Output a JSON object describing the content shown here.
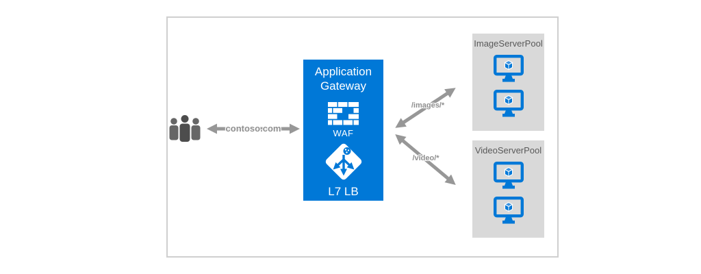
{
  "frame": {
    "stroke": "#cfcfcf"
  },
  "users": {
    "name": "users",
    "count": 3,
    "color": "#5a5a5a"
  },
  "client_link": {
    "label": "contoso.com",
    "bidirectional": true
  },
  "gateway": {
    "title": "Application Gateway",
    "bg": "#0078d7",
    "waf": {
      "label": "WAF",
      "icon": "firewall-brick-wall"
    },
    "lb": {
      "label": "L7 LB",
      "icon": "load-balancer-diamond"
    }
  },
  "routes": [
    {
      "label": "/images/*",
      "target_pool": "ImageServerPool"
    },
    {
      "label": "/video/*",
      "target_pool": "VideoServerPool"
    }
  ],
  "pools": [
    {
      "title": "ImageServerPool",
      "server_count": 2
    },
    {
      "title": "VideoServerPool",
      "server_count": 2
    }
  ],
  "palette": {
    "azure_blue": "#0078d7",
    "pool_bg": "#d9d9d9",
    "arrow_gray": "#979797",
    "label_gray": "#8f8f8f",
    "title_gray": "#595959",
    "frame_gray": "#cfcfcf"
  }
}
